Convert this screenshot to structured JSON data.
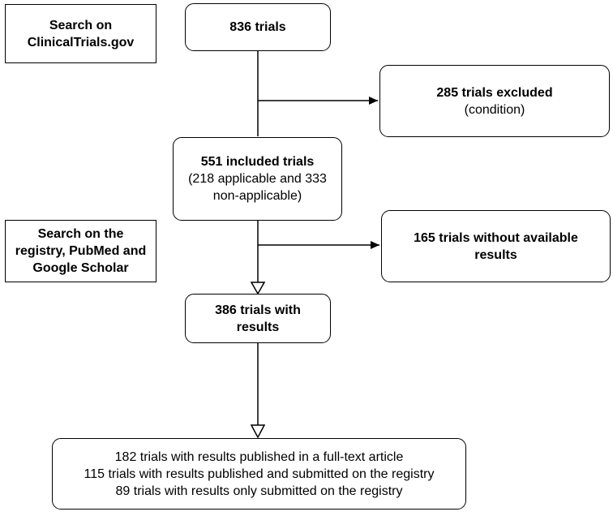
{
  "sources": {
    "clinicaltrials": {
      "line1": "Search on",
      "line2": "ClinicalTrials.gov"
    },
    "registry": {
      "line1": "Search on the",
      "line2": "registry, PubMed and",
      "line3": "Google Scholar"
    }
  },
  "nodes": {
    "initial": {
      "title": "836 trials"
    },
    "excluded": {
      "title": "285 trials excluded",
      "detail": "(condition)"
    },
    "included": {
      "title": "551 included trials",
      "detail1": "(218 applicable and 333",
      "detail2": "non-applicable)"
    },
    "without_results": {
      "line1": "165 trials without available",
      "line2": "results"
    },
    "with_results": {
      "line1": "386 trials with",
      "line2": "results"
    },
    "outcomes": {
      "line1": "182 trials with results published in a full-text article",
      "line2": "115 trials with results published and submitted on the registry",
      "line3": "89 trials with results only submitted on the registry"
    }
  }
}
